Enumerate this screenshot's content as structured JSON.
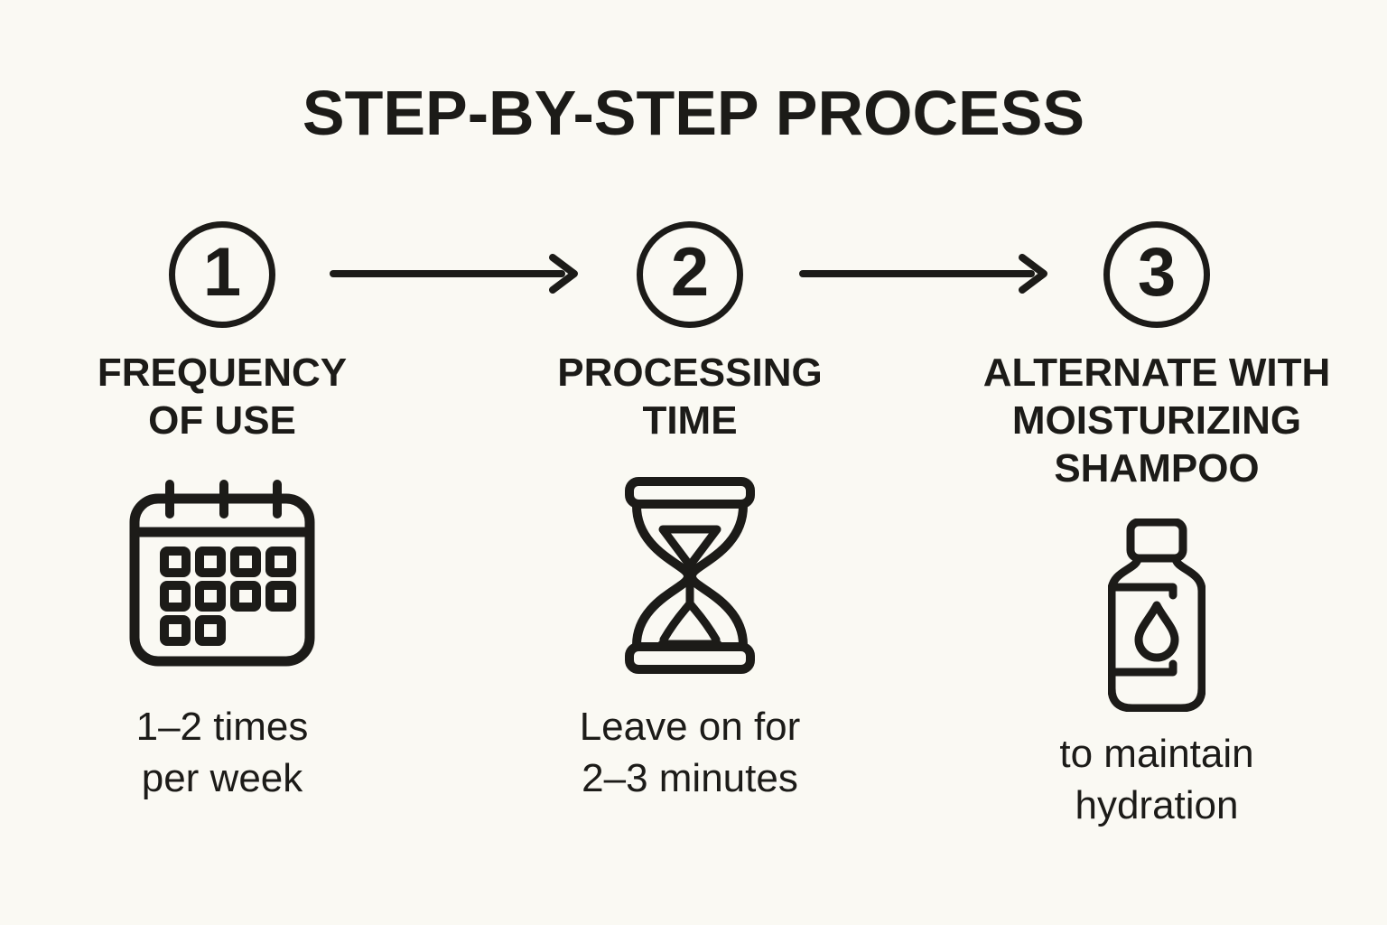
{
  "colors": {
    "background": "#faf9f3",
    "ink": "#1c1b18"
  },
  "title": "STEP-BY-STEP PROCESS",
  "connector_icon": "arrow-right-icon",
  "steps": [
    {
      "number": "1",
      "icon": "calendar-icon",
      "heading": "FREQUENCY OF USE",
      "heading_lines": [
        "FREQUENCY",
        "OF USE"
      ],
      "caption": "1–2 times per week",
      "caption_lines": [
        "1–2 times",
        "per week"
      ]
    },
    {
      "number": "2",
      "icon": "hourglass-icon",
      "heading": "PROCESSING TIME",
      "heading_lines": [
        "PROCESSING",
        "TIME"
      ],
      "caption": "Leave on for 2–3 minutes",
      "caption_lines": [
        "Leave on for",
        "2–3 minutes"
      ]
    },
    {
      "number": "3",
      "icon": "shampoo-bottle-icon",
      "heading": "ALTERNATE WITH MOISTURIZING SHAMPOO",
      "heading_lines": [
        "ALTERNATE WITH",
        "MOISTURIZING",
        "SHAMPOO"
      ],
      "caption": "to maintain hydration",
      "caption_lines": [
        "to maintain",
        "hydration"
      ]
    }
  ]
}
